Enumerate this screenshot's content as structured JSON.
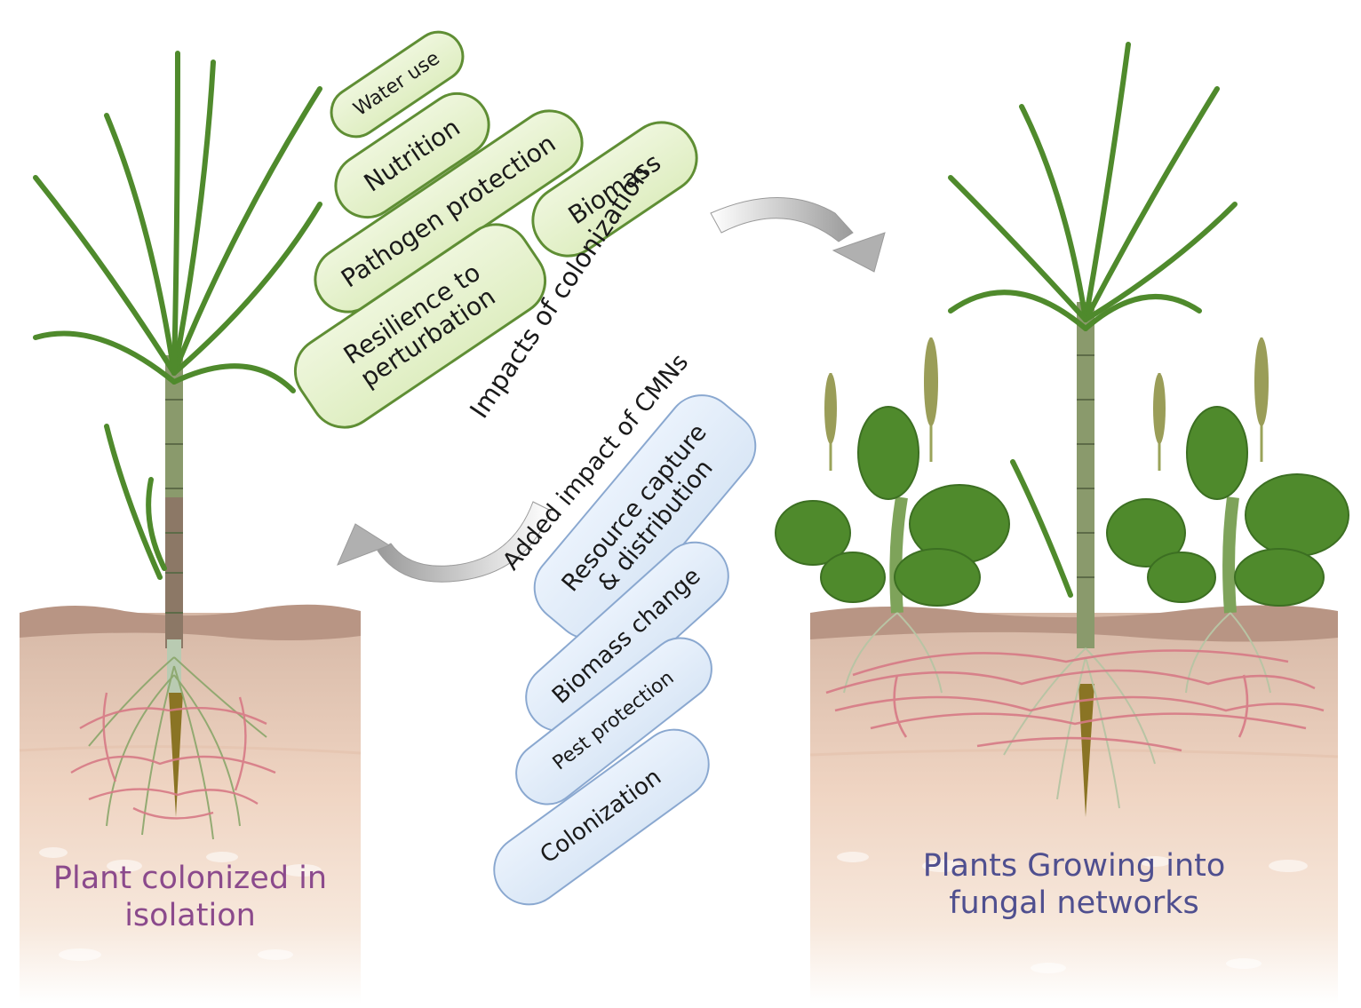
{
  "impacts_of_colonization": {
    "label": "Impacts of colonization",
    "items": [
      "Water use",
      "Nutrition",
      "Pathogen protection",
      "Biomass",
      "Resilience to\nperturbation"
    ]
  },
  "added_impact_of_cmns": {
    "label": "Added impact of CMNs",
    "items": [
      "Resource capture\n& distribution",
      "Biomass change",
      "Pest protection",
      "Colonization"
    ]
  },
  "captions": {
    "left": "Plant colonized in\nisolation",
    "right": "Plants Growing into\nfungal networks"
  },
  "colors": {
    "green_border": "#5f8e34",
    "blue_border": "#8aa8d0",
    "caption_left": "#8b4a8c",
    "caption_right": "#4f4f8f",
    "hyphae": "#d77a86"
  }
}
